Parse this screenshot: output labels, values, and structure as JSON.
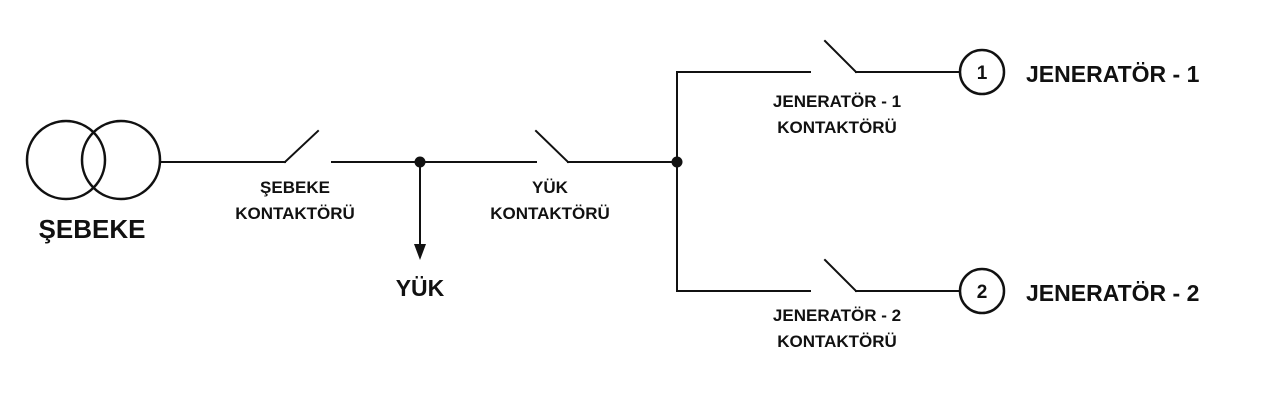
{
  "grid": {
    "name": "ŞEBEKE",
    "contactor_label_line1": "ŞEBEKE",
    "contactor_label_line2": "KONTAKTÖRÜ"
  },
  "load": {
    "name": "YÜK",
    "contactor_label_line1": "YÜK",
    "contactor_label_line2": "KONTAKTÖRÜ"
  },
  "generators": [
    {
      "number": "1",
      "name": "JENERATÖR - 1",
      "contactor_label_line1": "JENERATÖR - 1",
      "contactor_label_line2": "KONTAKTÖRÜ"
    },
    {
      "number": "2",
      "name": "JENERATÖR - 2",
      "contactor_label_line1": "JENERATÖR - 2",
      "contactor_label_line2": "KONTAKTÖRÜ"
    }
  ],
  "colors": {
    "line": "#111111",
    "background": "#ffffff"
  }
}
